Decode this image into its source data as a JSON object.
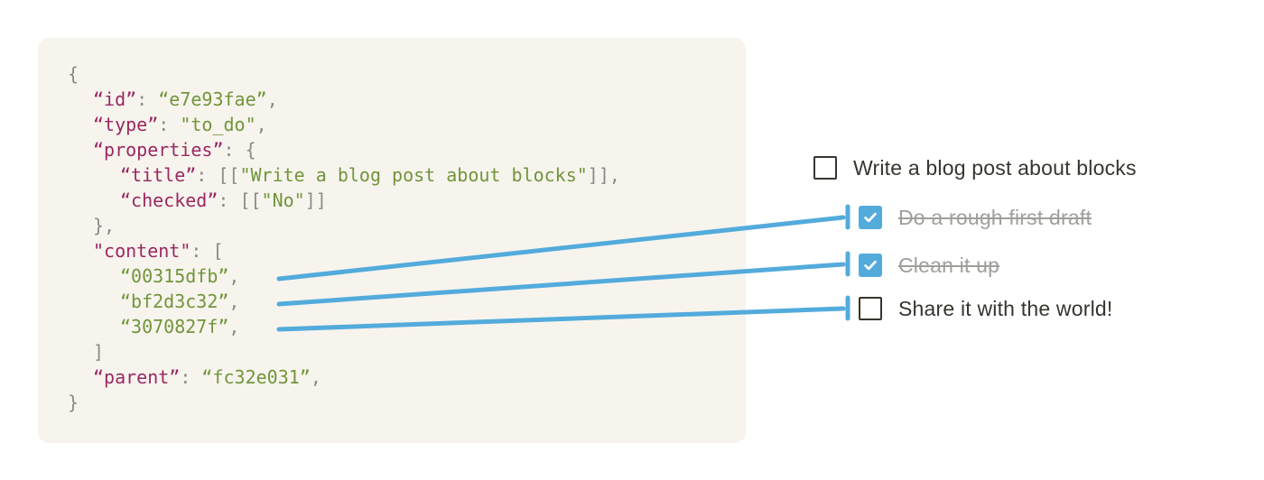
{
  "colors": {
    "accent_blue": "#53abdc",
    "key_magenta": "#9a2862",
    "string_green": "#71953c",
    "punct_gray": "#8a8a8a",
    "panel_bg": "#f7f4ed",
    "todo_text": "#37352f",
    "todo_done_text": "#a09f9c"
  },
  "code": {
    "lines": [
      [
        "{"
      ],
      [
        "“id”",
        ": ",
        "“e7e93fae”",
        ","
      ],
      [
        "“type”",
        ": ",
        "\"to_do\"",
        ","
      ],
      [
        "“properties”",
        ": {"
      ],
      [
        "“title”",
        ": [[",
        "\"Write a blog post about blocks\"",
        "]],"
      ],
      [
        "“checked”",
        ": [[",
        "\"No\"",
        "]]"
      ],
      [
        "},"
      ],
      [
        "\"content\"",
        ": ["
      ],
      [
        "“00315dfb”",
        ","
      ],
      [
        "“bf2d3c32”",
        ","
      ],
      [
        "“3070827f”",
        ","
      ],
      [
        "]"
      ],
      [
        "“parent”",
        ": ",
        "“fc32e031”",
        ","
      ],
      [
        "}"
      ]
    ]
  },
  "todo": {
    "items": [
      {
        "label": "Write a blog post about blocks",
        "checked": false
      },
      {
        "label": "Do a rough first draft",
        "checked": true
      },
      {
        "label": "Clean it up",
        "checked": true
      },
      {
        "label": "Share it with the world!",
        "checked": false
      }
    ]
  }
}
